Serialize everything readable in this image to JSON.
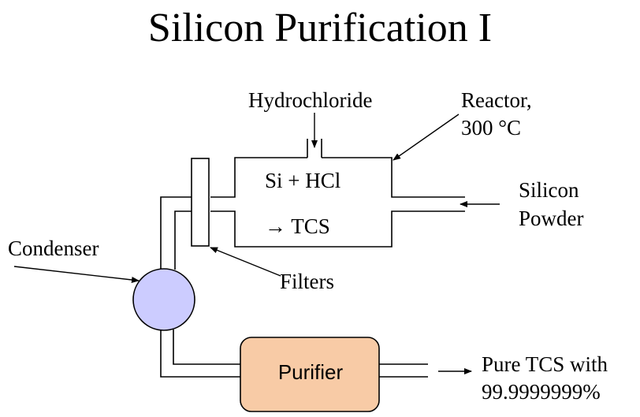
{
  "title": "Silicon Purification I",
  "labels": {
    "hydrochloride": "Hydrochloride",
    "reactor_line1": "Reactor,",
    "reactor_line2": "300 °C",
    "reaction_line1": "Si + HCl",
    "reaction_line2": "→ TCS",
    "silicon_line1": "Silicon",
    "silicon_line2": "Powder",
    "condenser": "Condenser",
    "filters": "Filters",
    "purifier": "Purifier",
    "output_line1": "Pure TCS with",
    "output_line2": "99.9999999%"
  },
  "colors": {
    "condenser_fill": "#ccccff",
    "purifier_fill": "#f8cba6",
    "line": "#000000"
  }
}
